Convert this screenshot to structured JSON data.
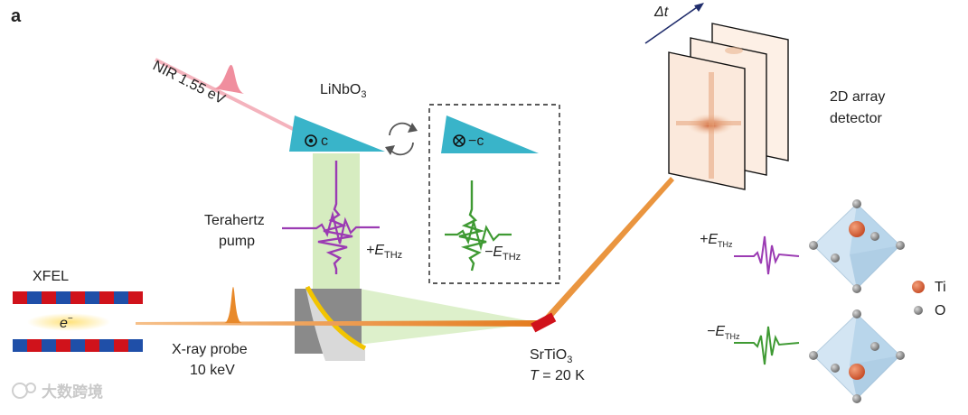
{
  "panel_label": "a",
  "labels": {
    "nir": "NIR 1.55 eV",
    "crystal": "LiNbO",
    "crystal_sub": "3",
    "axis_plus": "c",
    "axis_minus": "−c",
    "pump_line1": "Terahertz",
    "pump_line2": "pump",
    "plus_field": "+E",
    "field_sub": "THz",
    "minus_field": "−E",
    "xfel": "XFEL",
    "electron": "e",
    "electron_sup": "−",
    "probe_line1": "X-ray probe",
    "probe_line2": "10 keV",
    "sample": "SrTiO",
    "sample_sub": "3",
    "temp_var": "T",
    "temp_val": " = 20 K",
    "delay": "Δt",
    "detector_line1": "2D array",
    "detector_line2": "detector",
    "ti": "Ti",
    "o": "O",
    "watermark": "大数跨境"
  },
  "colors": {
    "pump_beam": "#f4b3bd",
    "crystal": "#39b4c9",
    "thz_beam": "#cfe9b5",
    "plus_waveform": "#9b3bb3",
    "minus_waveform": "#3f9a33",
    "xray_beam": "#e8892a",
    "sample": "#d0121b",
    "ti_atom": "#e06a3a",
    "o_atom": "#8f8f8f",
    "undulator_red": "#d0121b",
    "undulator_blue": "#1f4fa8"
  },
  "icons": [
    "rotate-arrows-icon",
    "dot-in-circle-icon",
    "cross-in-circle-icon"
  ]
}
